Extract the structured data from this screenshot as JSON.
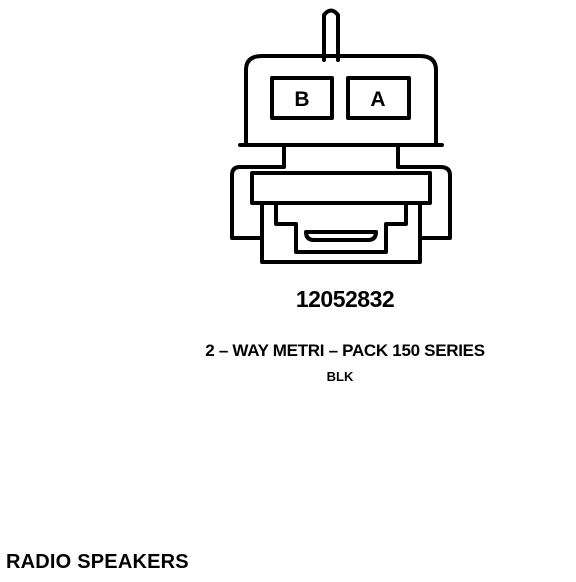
{
  "connector": {
    "pins": [
      {
        "label": "B"
      },
      {
        "label": "A"
      }
    ],
    "part_number": "12052832",
    "series": "2 – WAY METRI – PACK 150 SERIES",
    "color": "BLK"
  },
  "footer": {
    "title": "RADIO SPEAKERS"
  }
}
